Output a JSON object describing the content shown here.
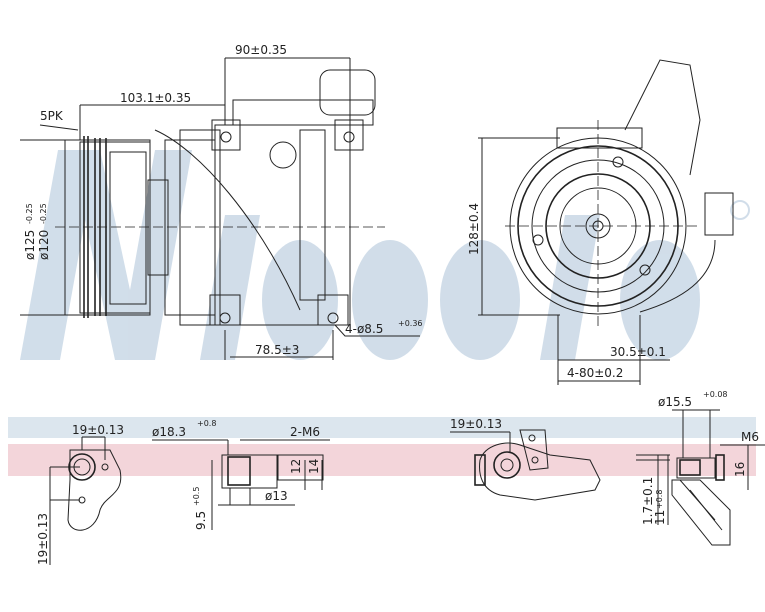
{
  "watermark": {
    "brand": "Nissens",
    "registered": "®"
  },
  "colors": {
    "band_blue": "#dce6ee",
    "band_pink": "#f3d5da",
    "line": "#222222",
    "watermark": "#c9d8e6"
  },
  "side_view": {
    "pulley_type": "5PK",
    "dim_length": "103.1±0.35",
    "dim_top": "90±0.35",
    "dim_diam_outer": "ø125",
    "dim_diam_outer_tol": "-0.25",
    "dim_diam_inner": "ø120",
    "dim_diam_inner_tol": "-0.25",
    "dim_mount": "78.5±3",
    "dim_holes": "4-ø8.5",
    "dim_holes_tol": "+0.36"
  },
  "front_view": {
    "dim_height": "128±0.4",
    "dim_offset": "30.5±0.1",
    "dim_spacing": "4-80±0.2"
  },
  "details": {
    "d1_width": "19±0.13",
    "d1_height": "19±0.13",
    "d2_diam": "ø18.3",
    "d2_diam_tol": "+0.8",
    "d2_thread": "2-M6",
    "d2_bore": "ø13",
    "d2_depth": "9.5",
    "d2_depth_tol": "+0.5",
    "d2_a": "12",
    "d2_b": "14",
    "d3_width": "19±0.13",
    "d4_diam": "ø15.5",
    "d4_diam_tol": "+0.08",
    "d4_thread": "M6",
    "d4_len": "16",
    "d4_a": "1.7±0.1",
    "d4_b": "11",
    "d4_b_tol": "+0.8"
  }
}
